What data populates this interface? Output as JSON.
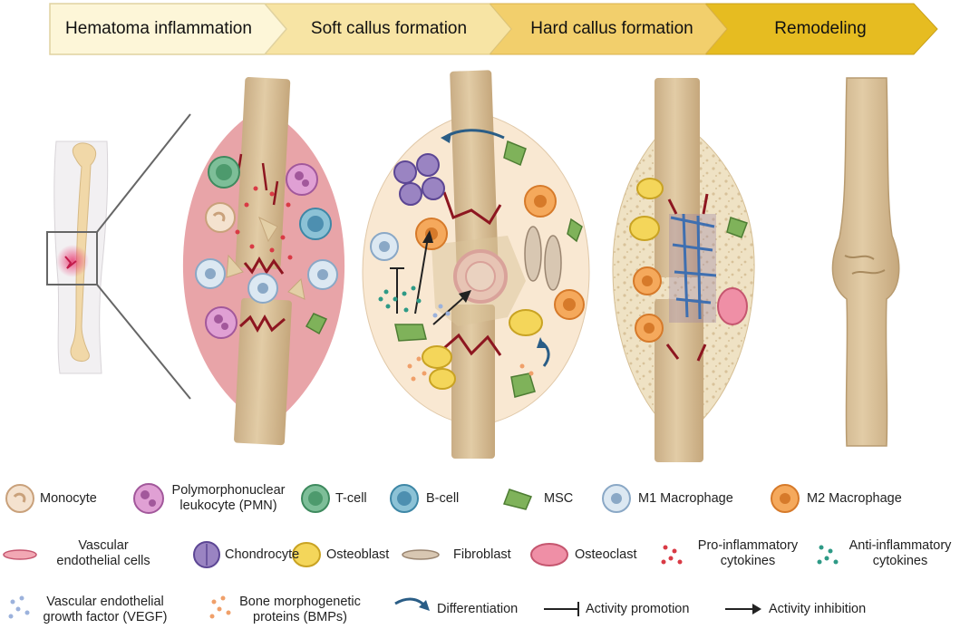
{
  "stages": [
    {
      "label": "Hematoma inflammation"
    },
    {
      "label": "Soft callus formation"
    },
    {
      "label": "Hard callus formation"
    },
    {
      "label": "Remodeling"
    }
  ],
  "colors": {
    "stage_1": "#fdf6d8",
    "stage_2": "#f7e4a4",
    "stage_3": "#f2cf6c",
    "stage_4": "#e6bc21",
    "bone": "#d8c09a",
    "hematoma": "#e59aa0",
    "soft_callus": "#f9e8d2",
    "blood": "#9b1b24",
    "arrow_blue": "#2a5d86"
  },
  "legend": {
    "monocyte": "Monocyte",
    "pmn_1": "Polymorphonuclear",
    "pmn_2": "leukocyte (PMN)",
    "tcell": "T-cell",
    "bcell": "B-cell",
    "msc": "MSC",
    "m1": "M1 Macrophage",
    "m2": "M2 Macrophage",
    "vasc_1": "Vascular",
    "vasc_2": "endothelial cells",
    "chondrocyte": "Chondrocyte",
    "osteoblast": "Osteoblast",
    "fibroblast": "Fibroblast",
    "osteoclast": "Osteoclast",
    "proinf_1": "Pro-inflammatory",
    "proinf_2": "cytokines",
    "antiinf_1": "Anti-inflammatory",
    "antiinf_2": "cytokines",
    "vegf_1": "Vascular endothelial",
    "vegf_2": "growth factor (VEGF)",
    "bmp_1": "Bone morphogenetic",
    "bmp_2": "proteins (BMPs)",
    "differentiation": "Differentiation",
    "promotion": "Activity promotion",
    "inhibition": "Activity inhibition"
  }
}
